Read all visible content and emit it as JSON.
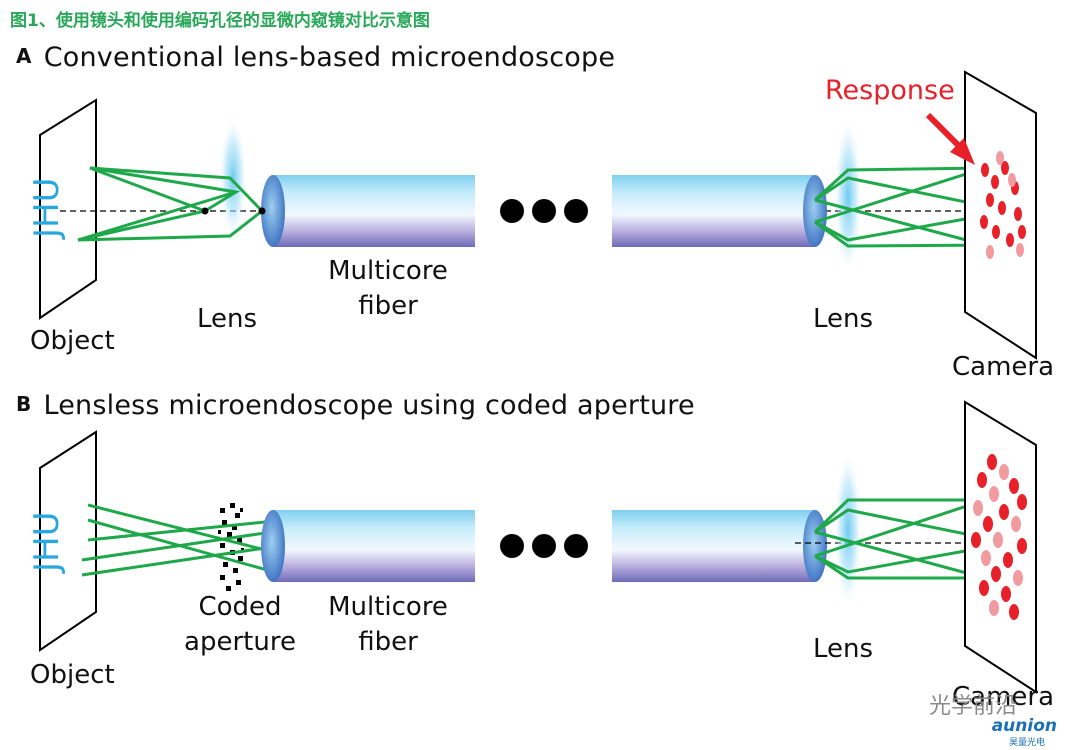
{
  "header": {
    "title": "图1、使用镜头和使用编码孔径的显微内窥镜对比示意图"
  },
  "panel_a": {
    "letter": "A",
    "title": "Conventional lens-based microendoscope",
    "labels": {
      "object": "Object",
      "lens_left": "Lens",
      "fiber_1": "Multicore",
      "fiber_2": "fiber",
      "lens_right": "Lens",
      "camera": "Camera",
      "response": "Response"
    }
  },
  "panel_b": {
    "letter": "B",
    "title": "Lensless microendoscope using coded aperture",
    "labels": {
      "object": "Object",
      "aperture_1": "Coded",
      "aperture_2": "aperture",
      "fiber_1": "Multicore",
      "fiber_2": "fiber",
      "lens_right": "Lens",
      "camera": "Camera"
    }
  },
  "object_text": "JHU",
  "watermark": {
    "text": "光学前沿",
    "brand": "aunion",
    "brand_sub": "昊量光电"
  },
  "colors": {
    "ray": "#1fa84a",
    "red": "#e8202a",
    "object_text": "#29a8e0",
    "title_cn": "#2aa85a"
  }
}
